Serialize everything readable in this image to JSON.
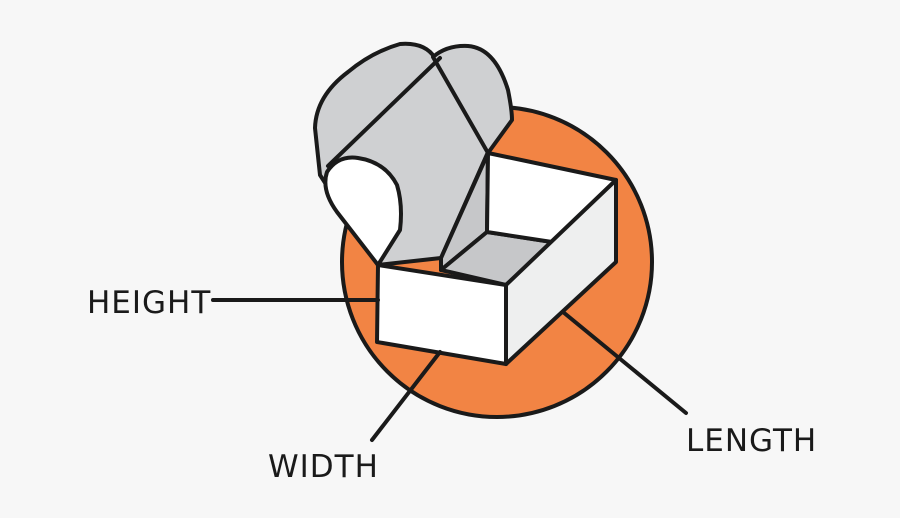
{
  "labels": {
    "height": "HEIGHT",
    "width": "WIDTH",
    "length": "LENGTH"
  },
  "colors": {
    "background": "#f7f7f7",
    "circle": "#f28444",
    "lid": "#cfd0d2",
    "box_white": "#ffffff",
    "box_side": "#eeefef",
    "interior": "#c6c7c9",
    "outline": "#1a1a1a"
  },
  "icons": {
    "illustration": "open-box-icon"
  }
}
